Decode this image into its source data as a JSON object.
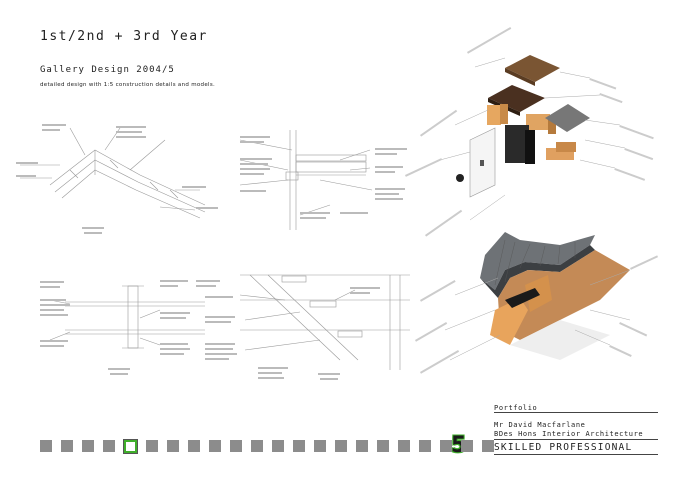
{
  "header": {
    "year_title": "1st/2nd + 3rd Year",
    "project_title": "Gallery Design 2004/5",
    "description": "detailed design with 1:5 construction details and models."
  },
  "footer": {
    "section": "Portfolio",
    "name": "Mr David Macfarlane",
    "degree": "BDes Hons Interior Architecture",
    "tagline": "SKILLED PROFESSIONAL",
    "page_number": "5"
  },
  "navigation": {
    "total_pages": 22,
    "active_index": 5
  },
  "colors": {
    "accent": "#3fae2a",
    "nav_square": "#8c8c8c"
  }
}
